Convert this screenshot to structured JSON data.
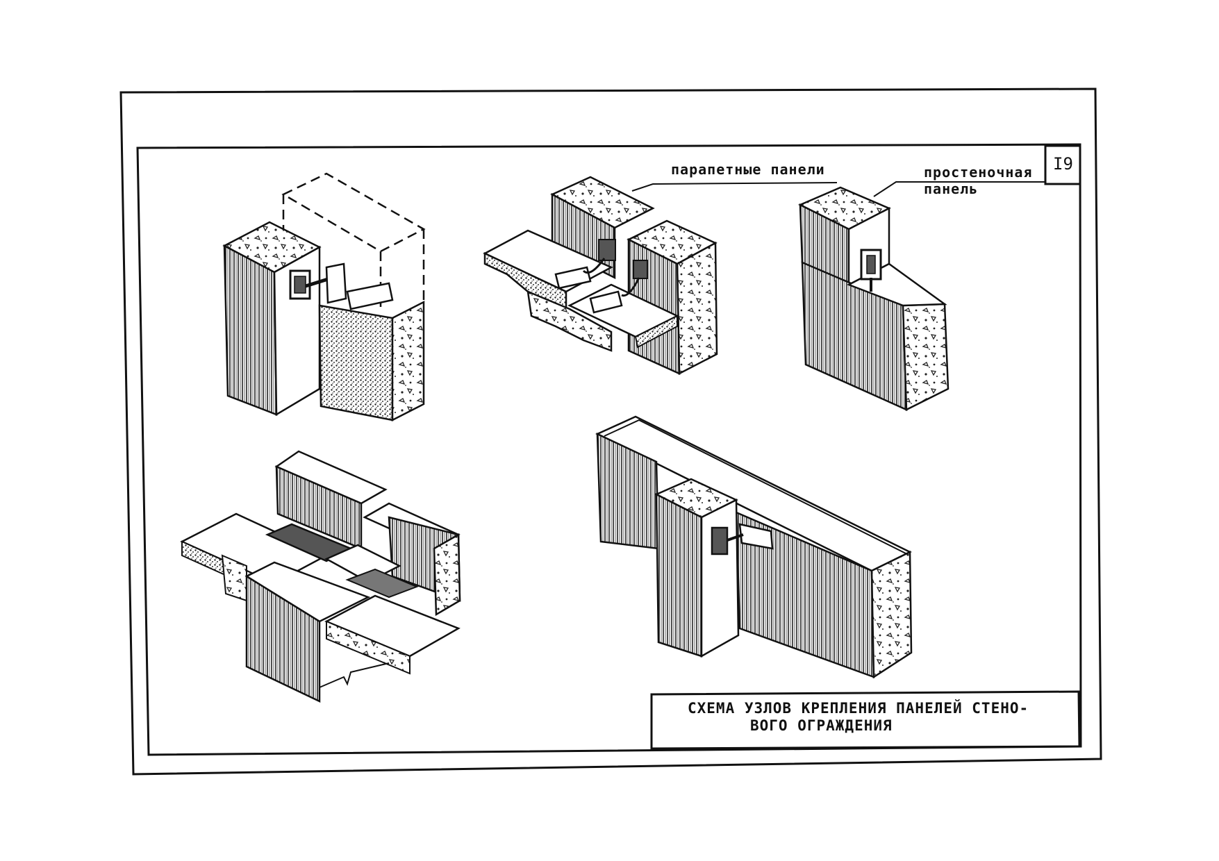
{
  "sheet": {
    "number": "I9",
    "title_line1": "СХЕМА УЗЛОВ КРЕПЛЕНИЯ ПАНЕЛЕЙ СТЕНО-",
    "title_line2": "ВОГО ОГРАЖДЕНИЯ"
  },
  "labels": {
    "parapet": "парапетные панели",
    "pier_line1": "простеночная",
    "pier_line2": "панель"
  },
  "colors": {
    "ink": "#111111",
    "paper": "#ffffff",
    "hatch": "#333333"
  },
  "figures": [
    {
      "name": "column-panel-node-top-left"
    },
    {
      "name": "parapet-panels-node-top-center"
    },
    {
      "name": "pier-panel-node-top-right"
    },
    {
      "name": "slab-panel-node-bottom-left"
    },
    {
      "name": "column-wall-node-bottom-right"
    }
  ]
}
